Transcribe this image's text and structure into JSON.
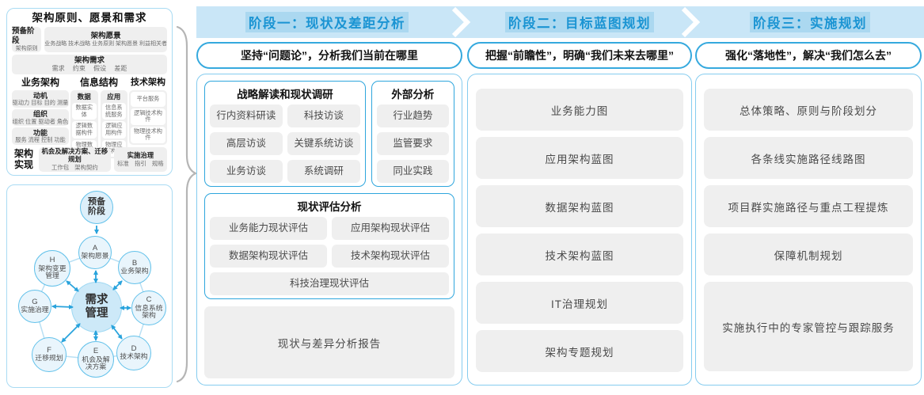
{
  "left_top": {
    "title": "架构原则、愿景和需求",
    "prep_title": "预备阶段",
    "prep_sub": "架构原则",
    "vision_title": "架构愿景",
    "vision_sub": "业务战略 技术战略 业务原则 架构愿景 利益相关者",
    "req_title": "架构需求",
    "req_sub": "需求 约束 假设 差距",
    "business": {
      "header": "业务架构",
      "boxes": [
        {
          "title": "动机",
          "sub": "驱动力 目标 目的 测量"
        },
        {
          "title": "组织",
          "sub": "组织 位置 驱动者 角色"
        },
        {
          "title": "功能",
          "sub": "服务 流程 控制 功能"
        }
      ]
    },
    "information": {
      "header": "信息结构",
      "groups": [
        {
          "title": "数据",
          "items": [
            "数据实体",
            "逻辑数据构件",
            "物理数据构件"
          ]
        },
        {
          "title": "应用",
          "items": [
            "信息系统服务",
            "逻辑应用构件",
            "物理应用构件"
          ]
        }
      ]
    },
    "technology": {
      "header": "技术架构",
      "items": [
        "平台服务",
        "逻辑技术构件",
        "物理技术构件"
      ]
    },
    "realization": {
      "header": "架构实现",
      "boxes": [
        {
          "title": "机会及解决方案、迁移规划",
          "sub": "工作包 架构契约"
        },
        {
          "title": "实施治理",
          "sub": "标准 指引 规格"
        }
      ]
    }
  },
  "adm": {
    "top": "预备阶段",
    "center": "需求管理",
    "nodes": [
      {
        "letter": "A",
        "label": "架构愿景"
      },
      {
        "letter": "B",
        "label": "业务架构"
      },
      {
        "letter": "C",
        "label": "信息系统架构"
      },
      {
        "letter": "D",
        "label": "技术架构"
      },
      {
        "letter": "E",
        "label": "机会及解决方案"
      },
      {
        "letter": "F",
        "label": "迁移规划"
      },
      {
        "letter": "G",
        "label": "实施治理"
      },
      {
        "letter": "H",
        "label": "架构变更管理"
      }
    ]
  },
  "phases": [
    {
      "header": "阶段一：现状及差距分析",
      "subtitle": "坚持“问题论”，分析我们当前在哪里",
      "survey": {
        "title": "战略解读和现状调研",
        "items": [
          "行内资料研读",
          "科技访谈",
          "高层访谈",
          "关键系统访谈",
          "业务访谈",
          "系统调研"
        ]
      },
      "external": {
        "title": "外部分析",
        "items": [
          "行业趋势",
          "监管要求",
          "同业实践"
        ]
      },
      "assessment": {
        "title": "现状评估分析",
        "items": [
          "业务能力现状评估",
          "应用架构现状评估",
          "数据架构现状评估",
          "技术架构现状评估"
        ],
        "wide_item": "科技治理现状评估"
      },
      "report": "现状与差异分析报告"
    },
    {
      "header": "阶段二：目标蓝图规划",
      "subtitle": "把握“前瞻性”，明确“我们未来去哪里”",
      "items": [
        "业务能力图",
        "应用架构蓝图",
        "数据架构蓝图",
        "技术架构蓝图",
        "IT治理规划",
        "架构专题规划"
      ]
    },
    {
      "header": "阶段三：实施规划",
      "subtitle": "强化“落地性”，解决“我们怎么去”",
      "items": [
        "总体策略、原则与阶段划分",
        "各条线实施路径线路图",
        "项目群实施路径与重点工程提炼",
        "保障机制规划",
        "实施执行中的专家管控与跟踪服务"
      ]
    }
  ]
}
